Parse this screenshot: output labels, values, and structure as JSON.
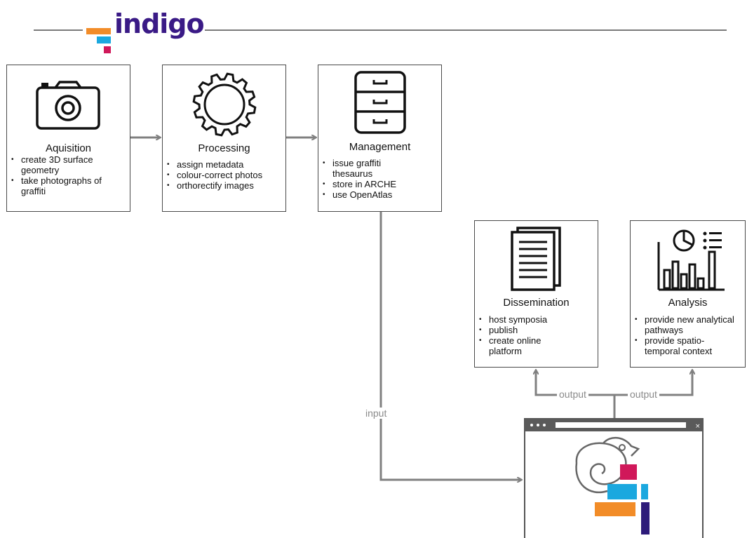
{
  "logo": {
    "text": "indigo"
  },
  "colors": {
    "orange": "#f28c28",
    "cyan": "#1ba8df",
    "magenta": "#d0185a",
    "indigo": "#2d1b7a",
    "arrow": "#808080",
    "border": "#4a4a4a"
  },
  "boxes": {
    "acquisition": {
      "title": "Aquisition",
      "icon": "camera-icon",
      "items": [
        "create 3D surface geometry",
        "take photographs of graffiti"
      ]
    },
    "processing": {
      "title": "Processing",
      "icon": "gear-icon",
      "items": [
        "assign metadata",
        "colour-correct photos",
        "orthorectify images"
      ]
    },
    "management": {
      "title": "Management",
      "icon": "filing-cabinet-icon",
      "items": [
        "issue graffiti thesaurus",
        "store in ARCHE",
        "use OpenAtlas"
      ]
    },
    "dissemination": {
      "title": "Dissemination",
      "icon": "documents-icon",
      "items": [
        "host symposia",
        "publish",
        "create online platform"
      ]
    },
    "analysis": {
      "title": "Analysis",
      "icon": "analytics-icon",
      "items": [
        "provide new analytical pathways",
        "provide spatio-temporal context"
      ]
    }
  },
  "flow": {
    "input_label": "input",
    "output_left_label": "output",
    "output_right_label": "output"
  },
  "platform": {
    "icon": "browser-window-icon",
    "logo_icon": "chameleon-logo-icon"
  }
}
